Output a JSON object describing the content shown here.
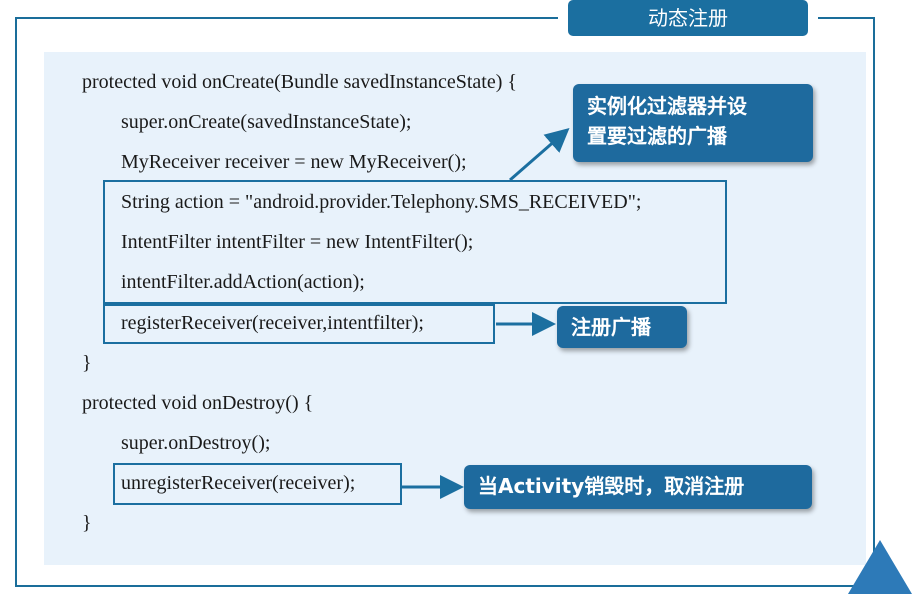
{
  "title": "动态注册",
  "code_lines": [
    "protected void onCreate(Bundle savedInstanceState) {",
    "super.onCreate(savedInstanceState);",
    "MyReceiver receiver = new MyReceiver();",
    "String action = \"android.provider.Telephony.SMS_RECEIVED\";",
    "IntentFilter intentFilter = new IntentFilter();",
    "intentFilter.addAction(action);",
    "registerReceiver(receiver,intentfilter);",
    "}",
    "protected void onDestroy() {",
    "super.onDestroy();",
    "unregisterReceiver(receiver);",
    "}"
  ],
  "callouts": {
    "filter_line1": "实例化过滤器并设",
    "filter_line2": "置要过滤的广播",
    "register": "注册广播",
    "unregister": "当Activity销毁时，取消注册"
  },
  "colors": {
    "accent": "#1b6fa0",
    "panel_bg": "#e8f2fb",
    "callout_bg": "#1e6a9e"
  }
}
